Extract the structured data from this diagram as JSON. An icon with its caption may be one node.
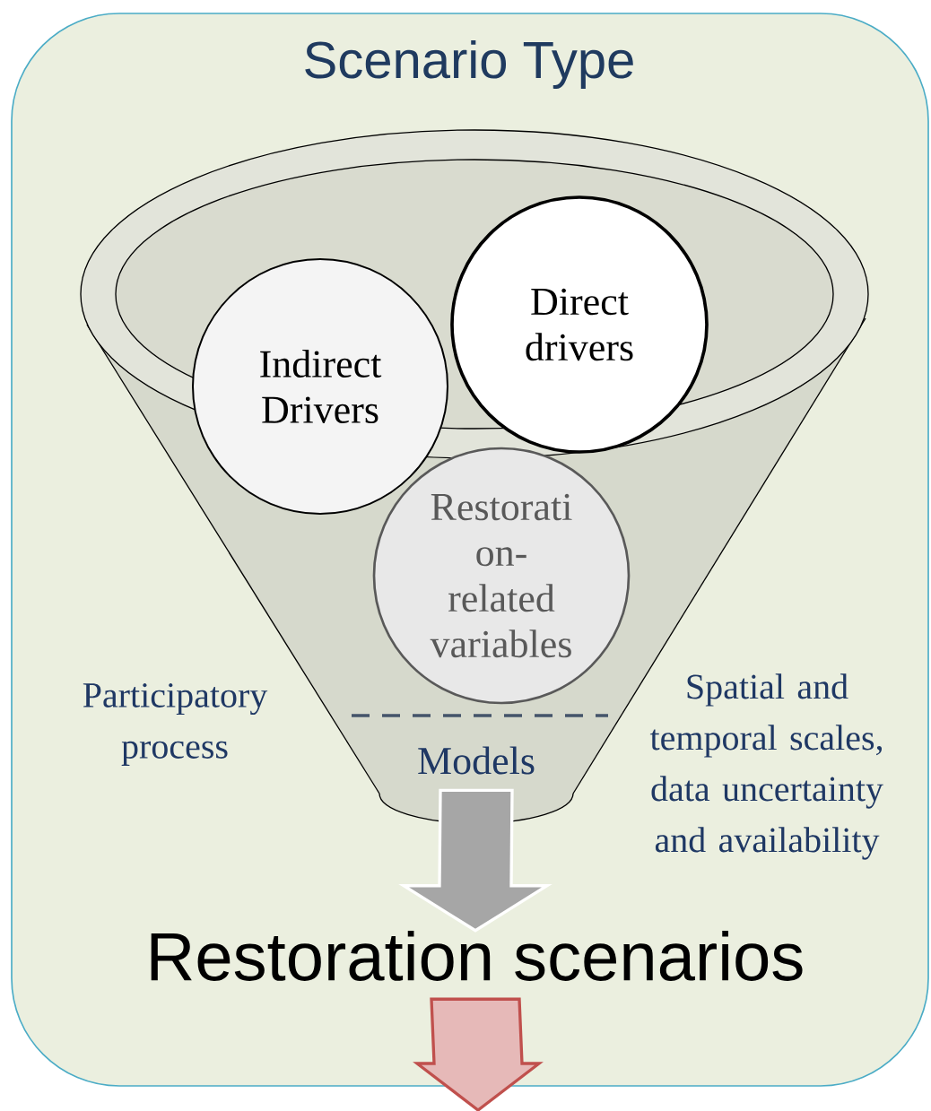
{
  "diagram": {
    "nodes": [
      {
        "text": [
          "Scenario Type"
        ]
      },
      {
        "text": [
          "Models"
        ],
        "in": 0
      },
      {
        "text": [
          "Indirect Drivers"
        ],
        "in": 0
      },
      {
        "text": [
          "Direct drivers"
        ],
        "in": 0
      },
      {
        "text": [
          "Restorati on- related variables"
        ],
        "in": 1
      },
      {
        "text": [
          "Restoration scenarios"
        ],
        "in": 0
      }
    ],
    "edges": [
      {
        "from": 1,
        "to": 5,
        "arrow": "to",
        "color": "#a6a6a6"
      },
      {
        "from": 5,
        "to": null,
        "arrow": "to",
        "color": "#e6b9b8"
      }
    ],
    "labels": [
      "Participatory process",
      "Spatial and temporal scales, data uncertainty and availability"
    ]
  }
}
